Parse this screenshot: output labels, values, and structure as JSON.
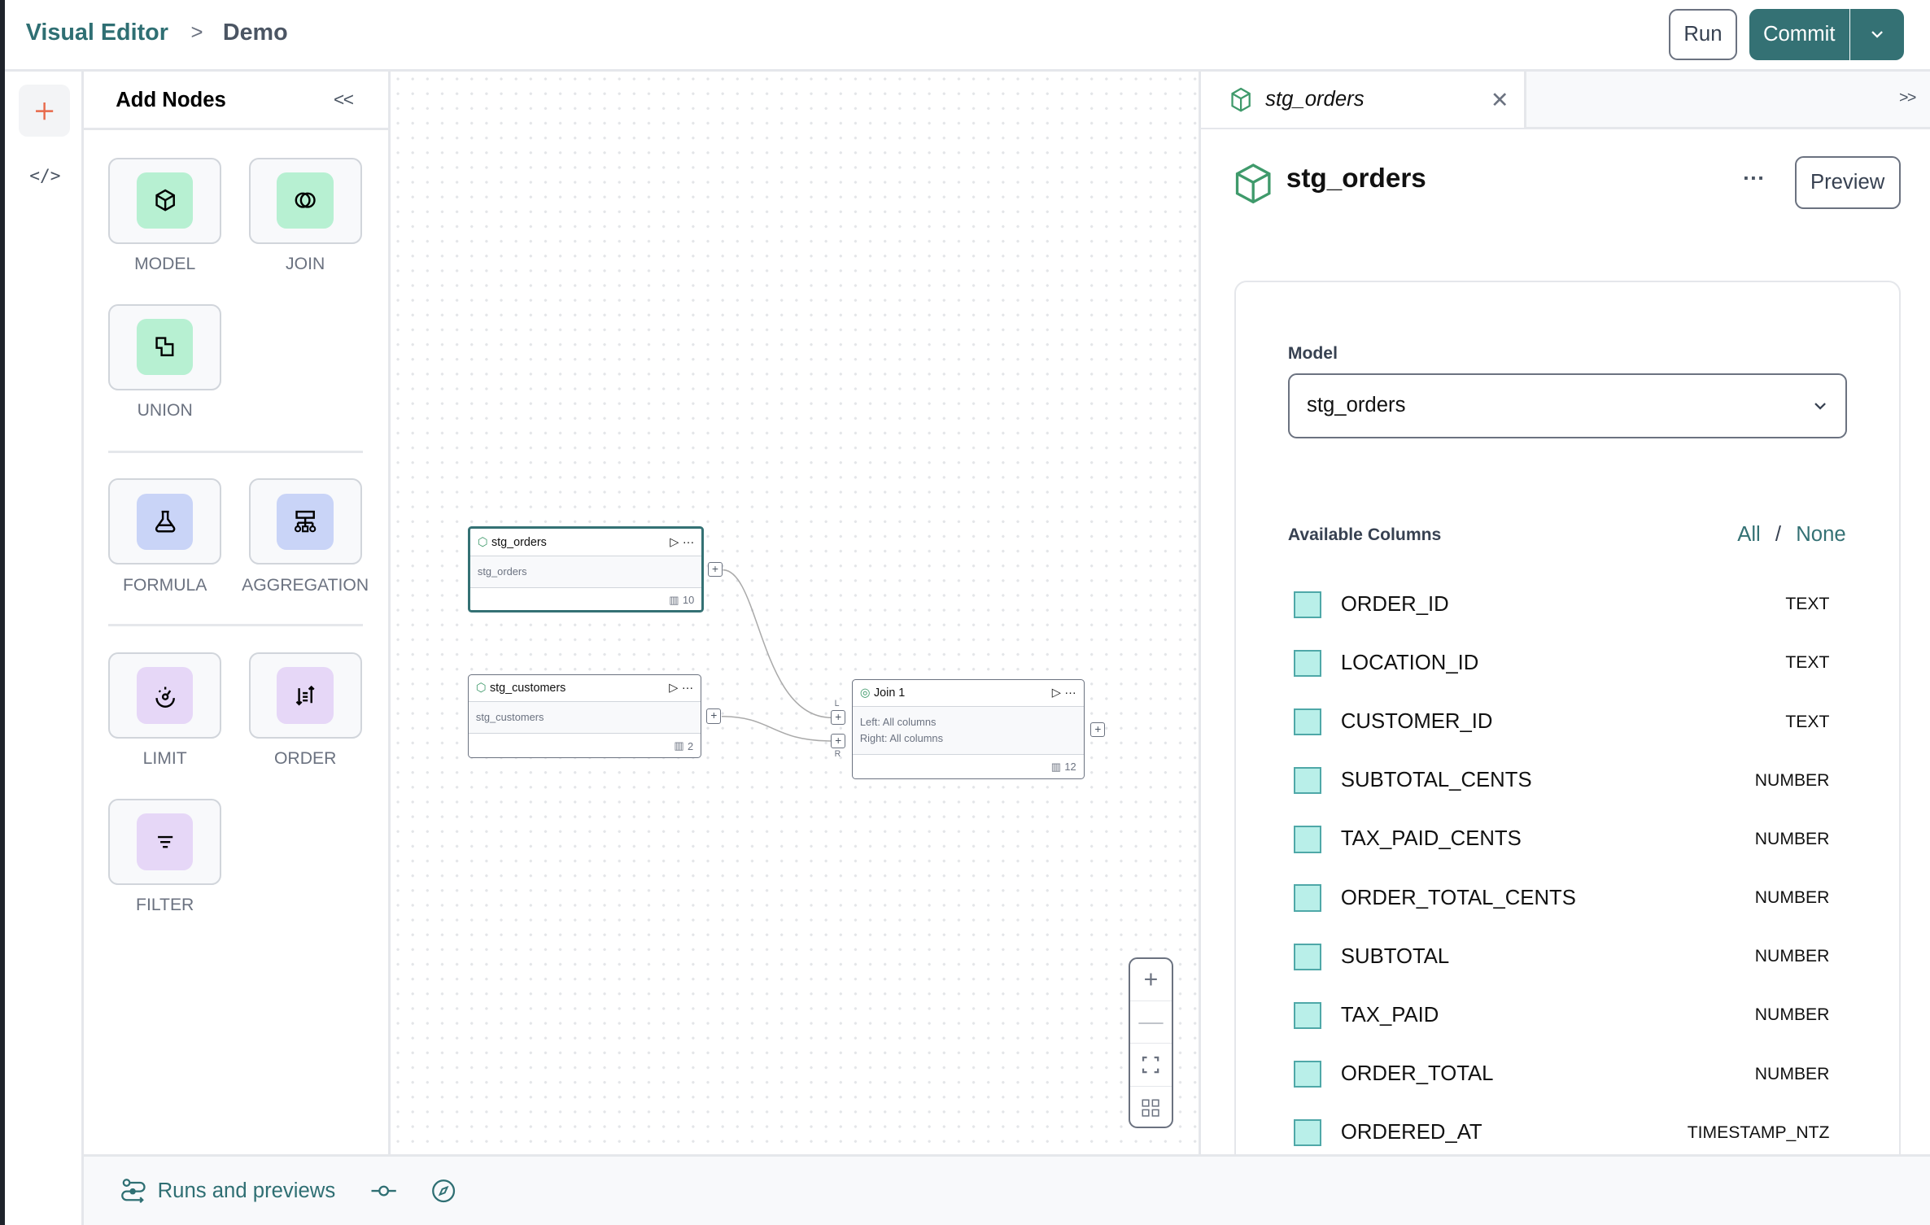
{
  "header": {
    "breadcrumb_root": "Visual Editor",
    "breadcrumb_sep": ">",
    "breadcrumb_current": "Demo",
    "run_label": "Run",
    "commit_label": "Commit"
  },
  "rail": {
    "add_icon": "plus-icon",
    "code_icon": "code-icon",
    "code_glyph": "</>"
  },
  "add_nodes": {
    "title": "Add Nodes",
    "collapse": "<<",
    "tiles": [
      {
        "label": "MODEL",
        "icon": "cube-icon",
        "color": "#b7f0d2"
      },
      {
        "label": "JOIN",
        "icon": "join-circles-icon",
        "color": "#b7f0d2"
      },
      {
        "label": "UNION",
        "icon": "union-icon",
        "color": "#b7f0d2"
      },
      {
        "label": "FORMULA",
        "icon": "flask-icon",
        "color": "#c9d4f7"
      },
      {
        "label": "AGGREGATION",
        "icon": "hierarchy-icon",
        "color": "#c9d4f7"
      },
      {
        "label": "LIMIT",
        "icon": "gauge-icon",
        "color": "#e6d7f7"
      },
      {
        "label": "ORDER",
        "icon": "sort-icon",
        "color": "#e6d7f7"
      },
      {
        "label": "FILTER",
        "icon": "filter-lines-icon",
        "color": "#e6d7f7"
      }
    ]
  },
  "canvas": {
    "nodes": [
      {
        "title": "stg_orders",
        "body": "stg_orders",
        "columns": "10",
        "selected": true
      },
      {
        "title": "stg_customers",
        "body": "stg_customers",
        "columns": "2",
        "selected": false
      },
      {
        "title": "Join 1",
        "left": "Left: All columns",
        "right": "Right: All columns",
        "columns": "12"
      }
    ],
    "port_left": "L",
    "port_right": "R",
    "port_plus": "+"
  },
  "right_panel": {
    "tab_title": "stg_orders",
    "expand": ">>",
    "title": "stg_orders",
    "more": "···",
    "preview_label": "Preview",
    "model_label": "Model",
    "model_value": "stg_orders",
    "available_columns_label": "Available Columns",
    "all": "All",
    "sep": "/",
    "none": "None",
    "columns": [
      {
        "name": "ORDER_ID",
        "type": "TEXT"
      },
      {
        "name": "LOCATION_ID",
        "type": "TEXT"
      },
      {
        "name": "CUSTOMER_ID",
        "type": "TEXT"
      },
      {
        "name": "SUBTOTAL_CENTS",
        "type": "NUMBER"
      },
      {
        "name": "TAX_PAID_CENTS",
        "type": "NUMBER"
      },
      {
        "name": "ORDER_TOTAL_CENTS",
        "type": "NUMBER"
      },
      {
        "name": "SUBTOTAL",
        "type": "NUMBER"
      },
      {
        "name": "TAX_PAID",
        "type": "NUMBER"
      },
      {
        "name": "ORDER_TOTAL",
        "type": "NUMBER"
      },
      {
        "name": "ORDERED_AT",
        "type": "TIMESTAMP_NTZ"
      }
    ]
  },
  "bottom": {
    "runs_label": "Runs and previews"
  },
  "colors": {
    "accent": "#347174",
    "selected_border": "#347174",
    "checkbox": "#b9efe9"
  }
}
